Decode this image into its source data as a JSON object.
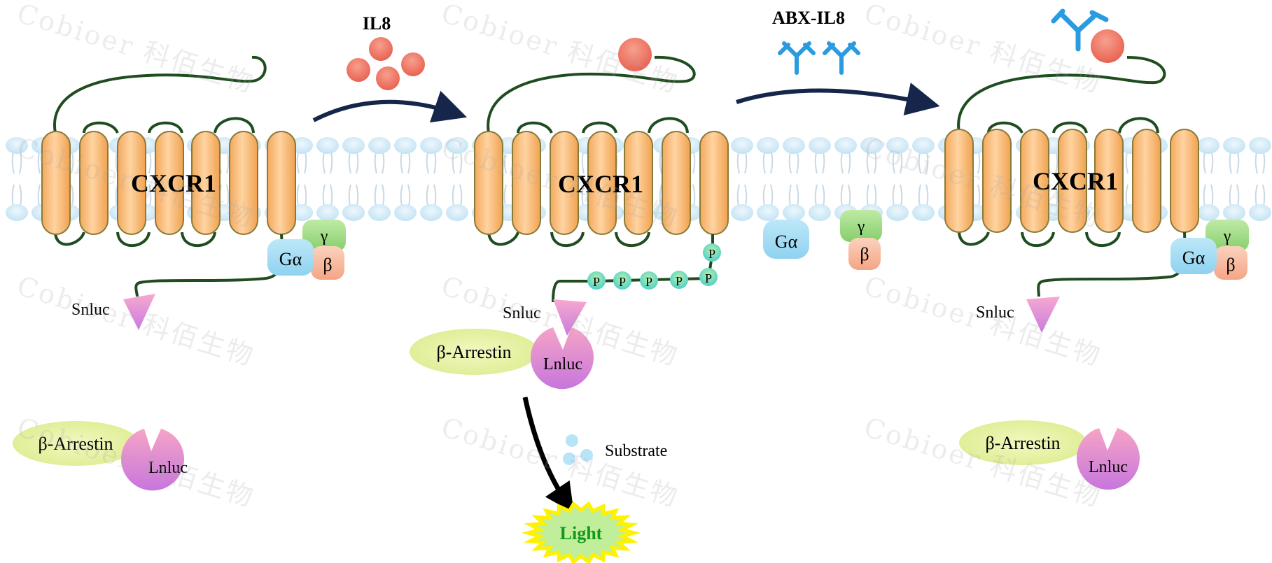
{
  "receptor_label": "CXCR1",
  "ligand_label": "IL8",
  "antibody_label": "ABX-IL8",
  "g_alpha": "Gα",
  "g_beta": "β",
  "g_gamma": "γ",
  "snluc": "Snluc",
  "lnluc": "Lnluc",
  "arrestin": "β-Arrestin",
  "phospho": "P",
  "substrate": "Substrate",
  "light": "Light",
  "watermark": "Cobioer 科佰生物",
  "colors": {
    "helix": "#f8b56e",
    "loop": "#1f4d20",
    "arrow": "#16264a",
    "ligand": "#ee6b5a",
    "antibody": "#2a9be0",
    "g_alpha": "#9dd9f2",
    "g_beta": "#f6b79a",
    "g_gamma": "#98d77f",
    "snluc": "#e07ed0",
    "lnluc": "#d86ac6",
    "arrestin": "#e4f0a0",
    "phospho": "#5ad7c9",
    "light_fill": "#c0ee9a",
    "light_border": "#fff200",
    "light_text": "#119a1a"
  }
}
